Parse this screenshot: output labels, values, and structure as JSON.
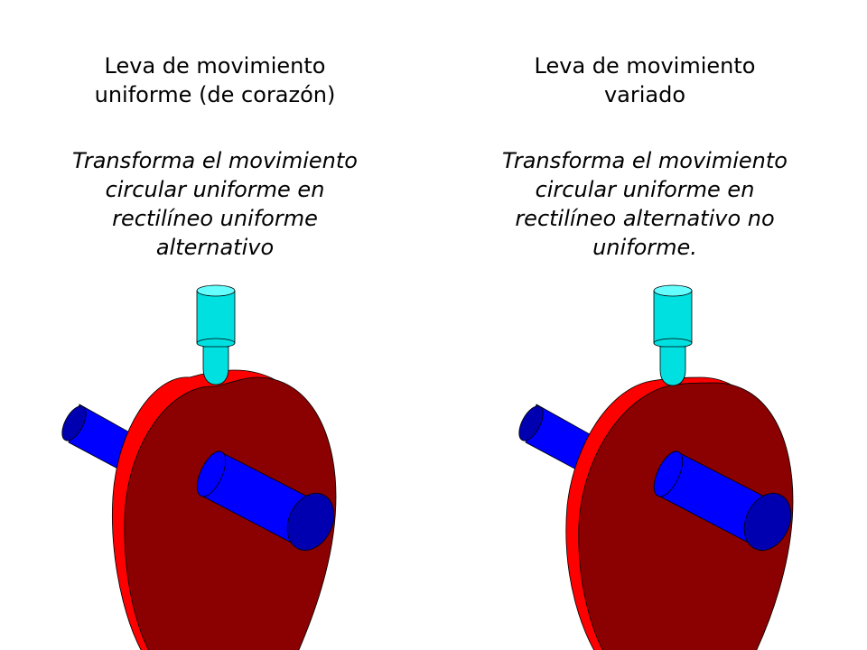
{
  "left": {
    "title_line1": "Leva de movimiento",
    "title_line2": "uniforme (de corazón)",
    "desc_line1": "Transforma el movimiento",
    "desc_line2": "circular uniforme en",
    "desc_line3": "rectilíneo uniforme",
    "desc_line4": "alternativo"
  },
  "right": {
    "title_line1": "Leva de movimiento",
    "title_line2": "variado",
    "desc_line1": "Transforma el movimiento",
    "desc_line2": "circular uniforme en",
    "desc_line3": "rectilíneo alternativo no",
    "desc_line4": "uniforme."
  },
  "colors": {
    "cam_face": "#8b0000",
    "cam_rim": "#ff0000",
    "shaft": "#0000ff",
    "shaft_end": "#0000b0",
    "follower": "#00e0e0",
    "follower_top": "#66ffff",
    "outline": "#000000"
  }
}
